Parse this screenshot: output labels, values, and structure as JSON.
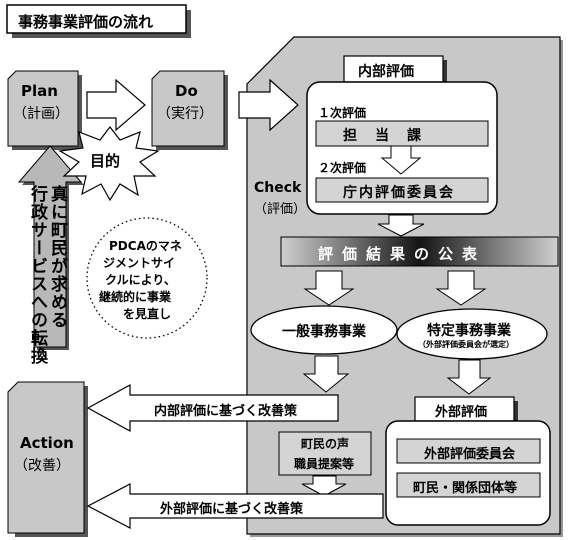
{
  "title": "事務事業評価の流れ",
  "plan": {
    "en": "Plan",
    "ja": "（計画）"
  },
  "do": {
    "en": "Do",
    "ja": "（実行）"
  },
  "check": {
    "en": "Check",
    "ja": "（評価）"
  },
  "action": {
    "en": "Action",
    "ja": "（改善）"
  },
  "purpose": "目的",
  "vertical_lines": [
    "真に町民が求める",
    "行政サービスへの転換"
  ],
  "pdca_note": [
    "PDCAのマネ",
    "ジメントサイ",
    "クルにより、",
    "継続的に事業",
    "を見直し"
  ],
  "internal_eval": {
    "header": "内部評価",
    "stage1_label": "１次評価",
    "stage1_box": "担　当　課",
    "stage2_label": "２次評価",
    "stage2_box": "庁内評価委員会"
  },
  "publish": "評価結果の公表",
  "general_projects": "一般事務事業",
  "specific_projects": "特定事務事業",
  "specific_note": "（外部評価委員会が選定）",
  "external_eval": {
    "header": "外部評価",
    "committee": "外部評価委員会",
    "citizens": "町民・関係団体等"
  },
  "internal_improve": "内部評価に基づく改善策",
  "citizen_voice": [
    "町民の声",
    "職員提案等"
  ],
  "external_improve": "外部評価に基づく改善策",
  "colors": {
    "panel": "#c8c8c8",
    "box": "#d4d4d4",
    "shadow": "#555555",
    "dark": "#333333"
  }
}
